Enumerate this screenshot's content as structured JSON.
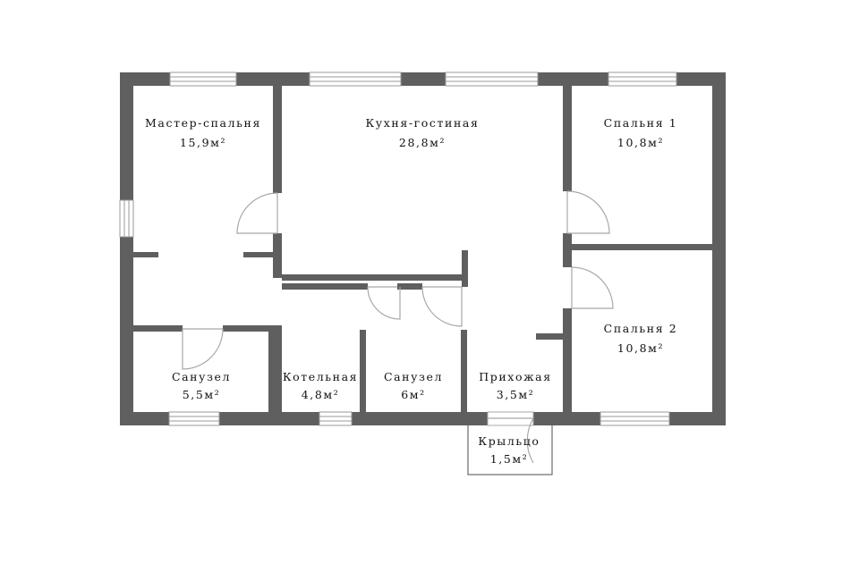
{
  "colors": {
    "wall": "#5f5f5f",
    "window_line": "#9a9a9a",
    "door_line": "#a8a8a8",
    "porch_line": "#6a6a6a",
    "text": "#111111"
  },
  "rooms": [
    {
      "name": "Мастер-спальня",
      "area": "15,9м²"
    },
    {
      "name": "Кухня-гостиная",
      "area": "28,8м²"
    },
    {
      "name": "Спальня 1",
      "area": "10,8м²"
    },
    {
      "name": "Спальня 2",
      "area": "10,8м²"
    },
    {
      "name": "Санузел",
      "area": "5,5м²"
    },
    {
      "name": "Котельная",
      "area": "4,8м²"
    },
    {
      "name": "Санузел",
      "area": "6м²"
    },
    {
      "name": "Прихожая",
      "area": "3,5м²"
    },
    {
      "name": "Крыльцо",
      "area": "1,5м²"
    }
  ]
}
